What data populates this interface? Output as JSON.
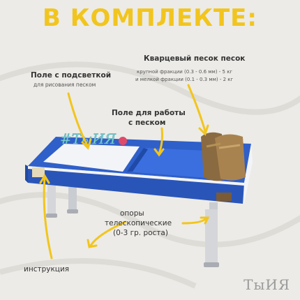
{
  "title": "В КОМПЛЕКТЕ:",
  "labels": {
    "light_field_title": "Поле с подсветкой",
    "light_field_sub": "для рисования песком",
    "sand_title": "Кварцевый песок песок",
    "sand_line1": "крупной фракции (0.3 - 0.6 мм) - 5 кг",
    "sand_line2": "и мелкой фракции (0.1 - 0.3 мм) - 2 кг",
    "work_field_line1": "Поле для работы",
    "work_field_line2": "с песком",
    "supports_line1": "опоры",
    "supports_line2": "телескопические",
    "supports_line3": "(0-3 гр. роста)",
    "instruction": "инструкция"
  },
  "decor_sign": "#ТыИЯ",
  "logo": "ТыИЯ",
  "colors": {
    "title_yellow": "#f2c51e",
    "table_blue": "#2f5fc9",
    "table_white": "#f2f4f8",
    "sand_bg": "#ecebe7",
    "leg_gray": "#c9ccd1",
    "bag_bronze": "#9c7a4a"
  }
}
